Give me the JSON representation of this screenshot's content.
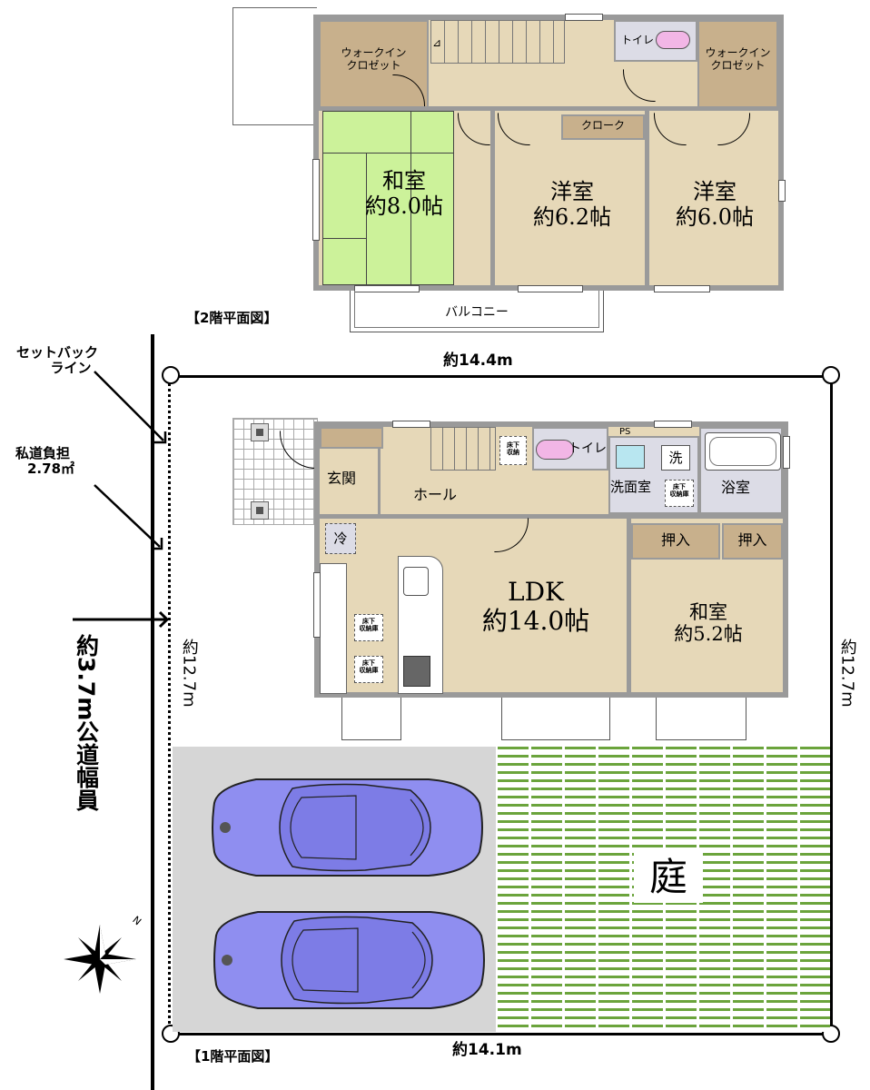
{
  "floor2": {
    "title": "【2階平面図】",
    "walkin_left": [
      "ウォークイン",
      "クロゼット"
    ],
    "walkin_right": [
      "ウォークイン",
      "クロゼット"
    ],
    "toilet": "トイレ",
    "cloak": "クローク",
    "washitsu": {
      "name": "和室",
      "size": "約8.0帖"
    },
    "youshitsu1": {
      "name": "洋室",
      "size": "約6.2帖"
    },
    "youshitsu2": {
      "name": "洋室",
      "size": "約6.0帖"
    },
    "balcony": "バルコニー"
  },
  "floor1": {
    "title": "【1階平面図】",
    "genkan": "玄関",
    "hall": "ホール",
    "storage_tag": "床下収納",
    "storage_tag_lines": [
      "床下",
      "収納"
    ],
    "underfloor_tag_lines": [
      "床下",
      "収納庫"
    ],
    "toilet": "トイレ",
    "ps": "PS",
    "wash_mark": "洗",
    "senmenshitsu": "洗面室",
    "yokushitsu": "浴室",
    "fridge": "冷",
    "oshiire1": "押入",
    "oshiire2": "押入",
    "ldk": {
      "name": "LDK",
      "size": "約14.0帖"
    },
    "washitsu": {
      "name": "和室",
      "size": "約5.2帖"
    }
  },
  "site": {
    "width_top": "約14.4m",
    "width_bottom": "約14.1m",
    "depth_left": "約12.7m",
    "depth_right": "約12.7m",
    "garden": "庭",
    "compass_n": "N"
  },
  "road": {
    "setback_label": [
      "セットバック",
      "ライン"
    ],
    "private_road_label": [
      "私道負担",
      "2.78㎡"
    ],
    "public_road_label": [
      "公道幅員",
      "約3.7m"
    ]
  },
  "colors": {
    "room": "#e6d8b8",
    "closet": "#c8b08c",
    "tatami": "#ccf29a",
    "car": "#8f8ef0",
    "grass": "#6ba43c",
    "parking": "#d6d6d6"
  }
}
